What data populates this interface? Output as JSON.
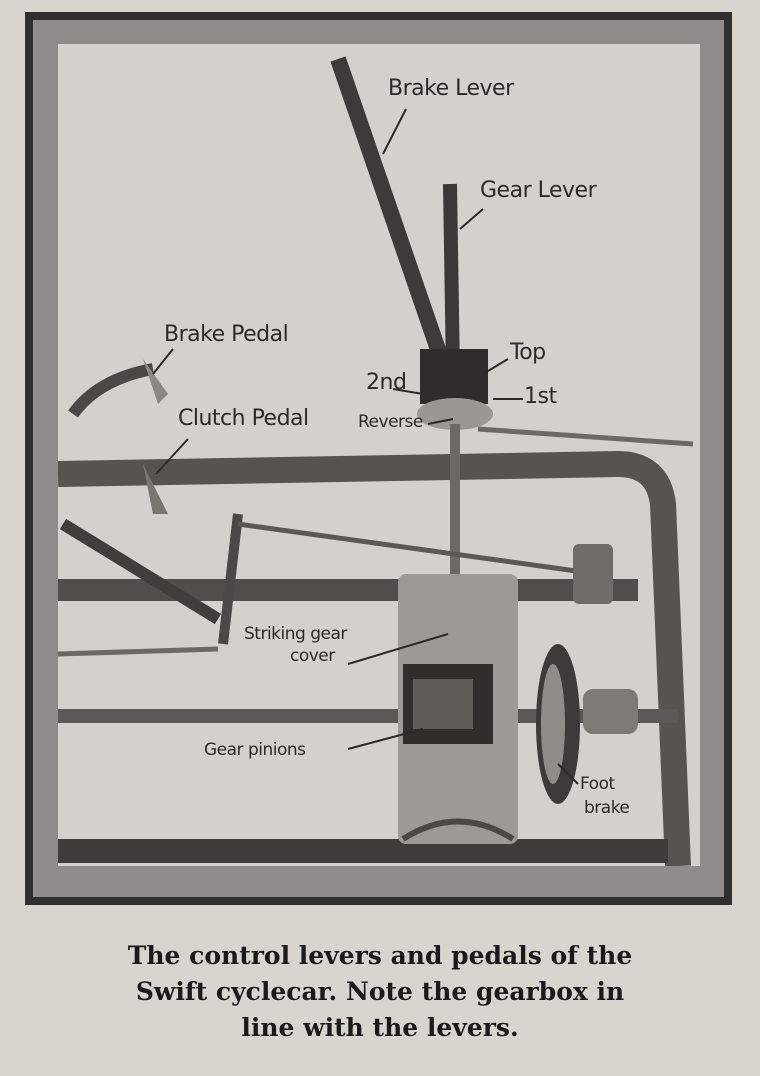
{
  "photo": {
    "labels": {
      "brake_lever": "Brake Lever",
      "gear_lever": "Gear Lever",
      "brake_pedal": "Brake Pedal",
      "clutch_pedal": "Clutch Pedal",
      "top": "Top",
      "second": "2nd",
      "first": "1st",
      "reverse": "Reverse",
      "striking_gear_line1": "Striking gear",
      "striking_gear_line2": "cover",
      "gear_pinions": "Gear pinions",
      "foot_brake_line1": "Foot",
      "foot_brake_line2": "brake"
    }
  },
  "caption": {
    "line1": "The control levers and pedals of the",
    "line2": "Swift cyclecar. Note the gearbox in",
    "line3": "line with the levers."
  }
}
